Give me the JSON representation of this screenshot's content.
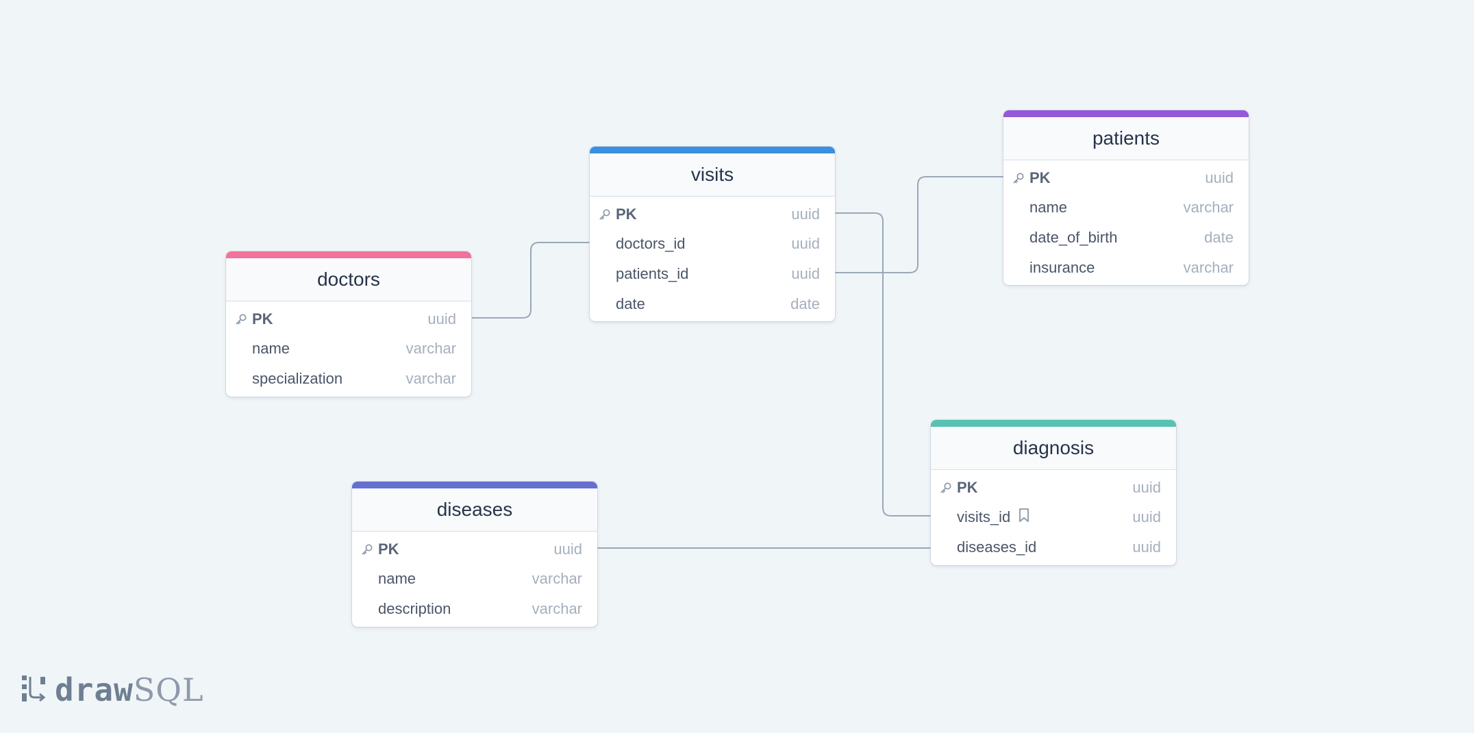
{
  "app": {
    "brand_prefix": "draw",
    "brand_suffix": "SQL"
  },
  "colors": {
    "background": "#f0f5f8",
    "connector": "#9aa7b8",
    "doctors_accent": "#f1739a",
    "visits_accent": "#3b8fe0",
    "patients_accent": "#9558d8",
    "diagnosis_accent": "#57c2b2",
    "diseases_accent": "#6570d0"
  },
  "tables": {
    "visits": {
      "name": "visits",
      "fields": [
        {
          "name": "PK",
          "type": "uuid"
        },
        {
          "name": "doctors_id",
          "type": "uuid"
        },
        {
          "name": "patients_id",
          "type": "uuid"
        },
        {
          "name": "date",
          "type": "date"
        }
      ]
    },
    "patients": {
      "name": "patients",
      "fields": [
        {
          "name": "PK",
          "type": "uuid"
        },
        {
          "name": "name",
          "type": "varchar"
        },
        {
          "name": "date_of_birth",
          "type": "date"
        },
        {
          "name": "insurance",
          "type": "varchar"
        }
      ]
    },
    "doctors": {
      "name": "doctors",
      "fields": [
        {
          "name": "PK",
          "type": "uuid"
        },
        {
          "name": "name",
          "type": "varchar"
        },
        {
          "name": "specialization",
          "type": "varchar"
        }
      ]
    },
    "diagnosis": {
      "name": "diagnosis",
      "fields": [
        {
          "name": "PK",
          "type": "uuid"
        },
        {
          "name": "visits_id",
          "type": "uuid"
        },
        {
          "name": "diseases_id",
          "type": "uuid"
        }
      ]
    },
    "diseases": {
      "name": "diseases",
      "fields": [
        {
          "name": "PK",
          "type": "uuid"
        },
        {
          "name": "name",
          "type": "varchar"
        },
        {
          "name": "description",
          "type": "varchar"
        }
      ]
    }
  },
  "icons": {
    "primary_key": "key-icon",
    "note": "bookmark-icon",
    "logo": "drawsql-logo-icon"
  }
}
